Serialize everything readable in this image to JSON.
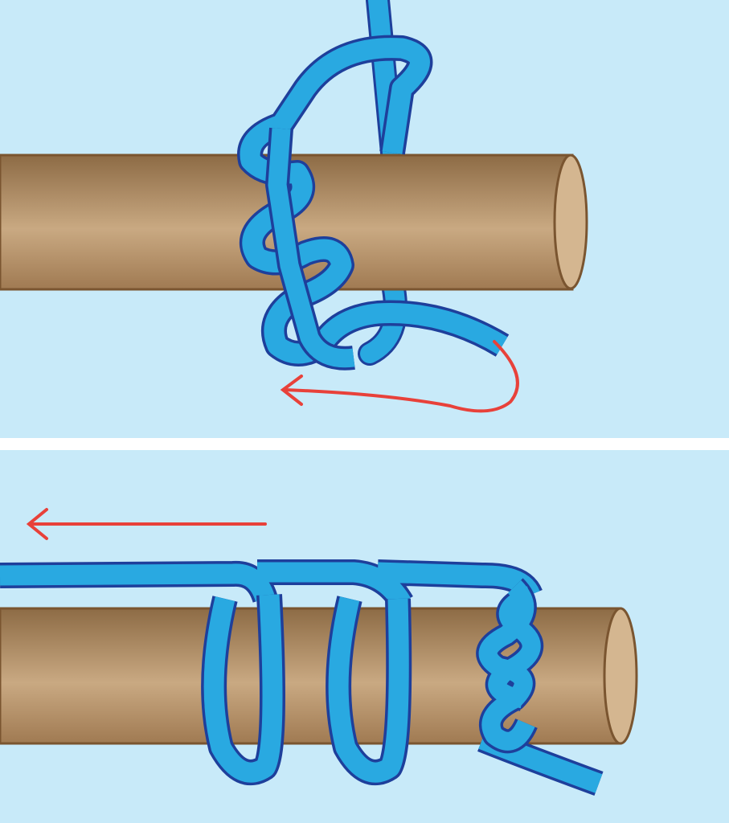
{
  "colors": {
    "background": "#c8eaf9",
    "divider": "#ffffff",
    "pole_dark": "#8d6b45",
    "pole_light": "#c9a982",
    "pole_outline": "#7a5530",
    "pole_end": "#d4b690",
    "rope_fill": "#29a9e1",
    "rope_outline": "#1e3f9b",
    "arrow": "#e8413a"
  },
  "panels": [
    {
      "step": 1,
      "arrow_direction": "left"
    },
    {
      "step": 2,
      "arrow_direction": "left"
    }
  ]
}
